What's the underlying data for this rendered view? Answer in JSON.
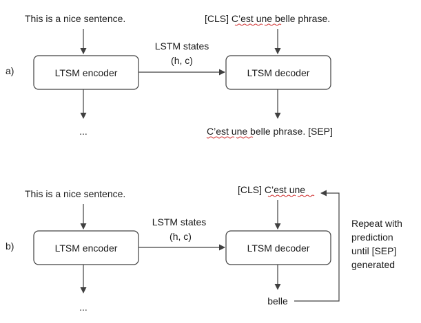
{
  "a": {
    "marker": "a)",
    "input_text": "This is a nice sentence.",
    "encoder_label": "LTSM encoder",
    "states_line1": "LSTM states",
    "states_line2": "(h, c)",
    "decoder_input_prefix": "[CLS] ",
    "decoder_input_squiggle_1": "C’est",
    "decoder_input_space": " ",
    "decoder_input_squiggle_2": "une",
    "decoder_input_suffix": " belle phrase.",
    "decoder_label": "LTSM decoder",
    "output_squiggle_1": "C’est",
    "output_space": " ",
    "output_squiggle_2": "une",
    "output_suffix": " belle phrase. [SEP]",
    "ellipsis": "..."
  },
  "b": {
    "marker": "b)",
    "input_text": "This is a nice sentence.",
    "encoder_label": "LTSM encoder",
    "states_line1": "LSTM states",
    "states_line2": "(h, c)",
    "decoder_input_prefix": "[CLS] ",
    "decoder_input_squiggle_1": "C’est",
    "decoder_input_space": " ",
    "decoder_input_squiggle_2": "une",
    "decoder_label": "LTSM decoder",
    "output_word": "belle",
    "ellipsis": "...",
    "loop_note": [
      "Repeat with",
      "prediction",
      "until [SEP]",
      "generated"
    ]
  }
}
